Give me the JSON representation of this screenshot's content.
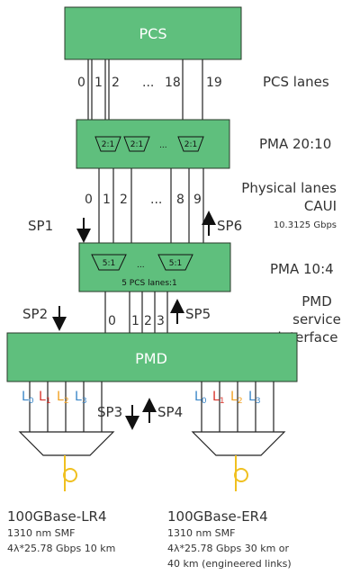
{
  "blocks": {
    "pcs": "PCS",
    "pmd": "PMD",
    "pma_top_note": "5 PCS lanes:1"
  },
  "mux_labels": {
    "pma2010": [
      "2:1",
      "2:1",
      "2:1"
    ],
    "pma104": [
      "5:1",
      "5:1"
    ]
  },
  "ellipsis": "...",
  "side_labels": {
    "pcs_lanes": "PCS lanes",
    "pma_20_10": "PMA 20:10",
    "physical_lanes": "Physical lanes",
    "caui": "CAUI",
    "caui_rate": "10.3125 Gbps",
    "pma_10_4": "PMA 10:4",
    "pmd_service_1": "PMD",
    "pmd_service_2": "service",
    "pmd_service_3": "interface"
  },
  "pcs_lane_numbers": [
    "0",
    "1",
    "2",
    "18",
    "19"
  ],
  "caui_lane_numbers": [
    "0",
    "1",
    "2",
    "8",
    "9"
  ],
  "pmd_lane_numbers": [
    "0",
    "1",
    "2",
    "3"
  ],
  "service_points": {
    "sp1": "SP1",
    "sp2": "SP2",
    "sp3": "SP3",
    "sp4": "SP4",
    "sp5": "SP5",
    "sp6": "SP6"
  },
  "wavelength_labels": [
    {
      "letter": "L",
      "sub": "0",
      "color": "#3a86c8"
    },
    {
      "letter": "L",
      "sub": "1",
      "color": "#d9342b"
    },
    {
      "letter": "L",
      "sub": "2",
      "color": "#f0a020"
    },
    {
      "letter": "L",
      "sub": "3",
      "color": "#3a86c8"
    }
  ],
  "outputs": {
    "lr4": {
      "name": "100GBase-LR4",
      "line1": "1310 nm SMF",
      "line2": "4λ*25.78 Gbps 10 km"
    },
    "er4": {
      "name": "100GBase-ER4",
      "line1": "1310 nm SMF",
      "line2": "4λ*25.78 Gbps  30 km or",
      "line3": "40 km (engineered links)"
    }
  },
  "colors": {
    "box_fill": "#5fbf7d",
    "fiber": "#f0c020"
  }
}
